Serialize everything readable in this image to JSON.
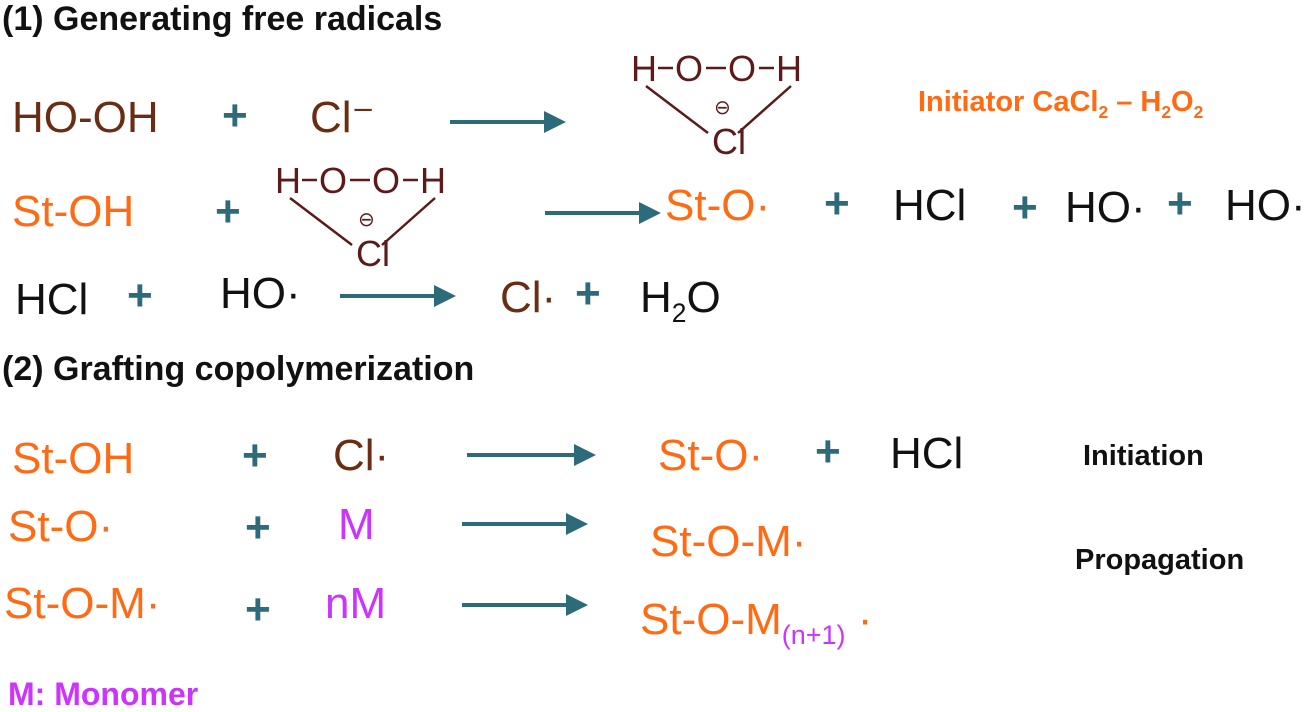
{
  "section1_title": "(1) Generating free radicals",
  "section2_title": "(2) Grafting copolymerization",
  "initiator_label": "Initiator CaCl",
  "initiator_sub": "2",
  "initiator_dash": " – H",
  "initiator_h_sub": "2",
  "initiator_o": "O",
  "initiator_o_sub": "2",
  "complex": {
    "h": "H",
    "o": "O",
    "cl": "Cl",
    "charge": "⊖"
  },
  "r1": {
    "a": "HO-OH",
    "plus": "+",
    "b": "Cl⁻"
  },
  "r2": {
    "a": "St-OH",
    "p1": "St-O·",
    "p2": "HCl",
    "p3": "HO·",
    "p4": "HO·"
  },
  "r3": {
    "a": "HCl",
    "b": "HO·",
    "p1": "Cl·",
    "p2": "H",
    "p2_sub": "2",
    "p2_end": "O"
  },
  "r4": {
    "a": "St-OH",
    "b": "Cl·",
    "p1": "St-O·",
    "p2": "HCl",
    "label": "Initiation"
  },
  "r5": {
    "a": "St-O·",
    "b": "M",
    "p1": "St-O-M·",
    "label": "Propagation"
  },
  "r6": {
    "a": "St-O-M·",
    "b": "nM",
    "p1": "St-O-M",
    "p1_sub": "(n+1)",
    "p1_dot": " ·"
  },
  "legend": "M: Monomer",
  "colors": {
    "orange": "#ff6a13",
    "brown": "#6b2d12",
    "teal": "#2e6b7a",
    "magenta": "#cc33ff"
  }
}
